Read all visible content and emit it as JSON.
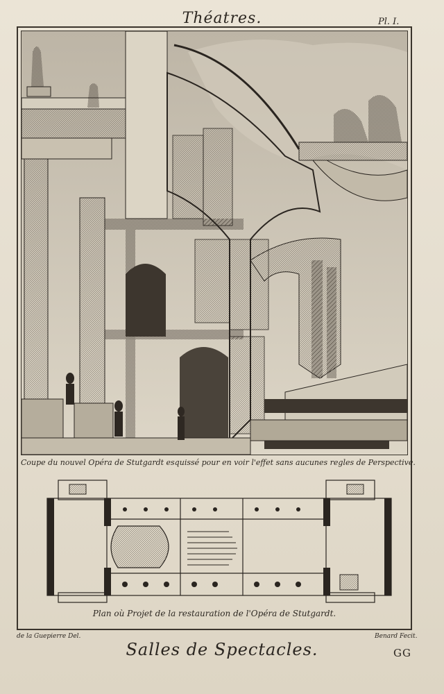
{
  "header": {
    "title": "Théatres.",
    "plate_number": "Pl. I."
  },
  "upper_caption": "Coupe du nouvel Opéra de Stutgardt esquissé pour en voir l'effet sans aucunes regles de Perspective.",
  "lower_caption": "Plan où Projet de la restauration de l'Opéra de Stutgardt.",
  "credits": {
    "drawn_by": "de la Guepierre Del.",
    "engraved_by": "Benard Fecit."
  },
  "footer": {
    "title": "Salles de Spectacles.",
    "plate_mark": "GG"
  },
  "colors": {
    "paper": "#e6dfd1",
    "ink": "#2a2520"
  }
}
